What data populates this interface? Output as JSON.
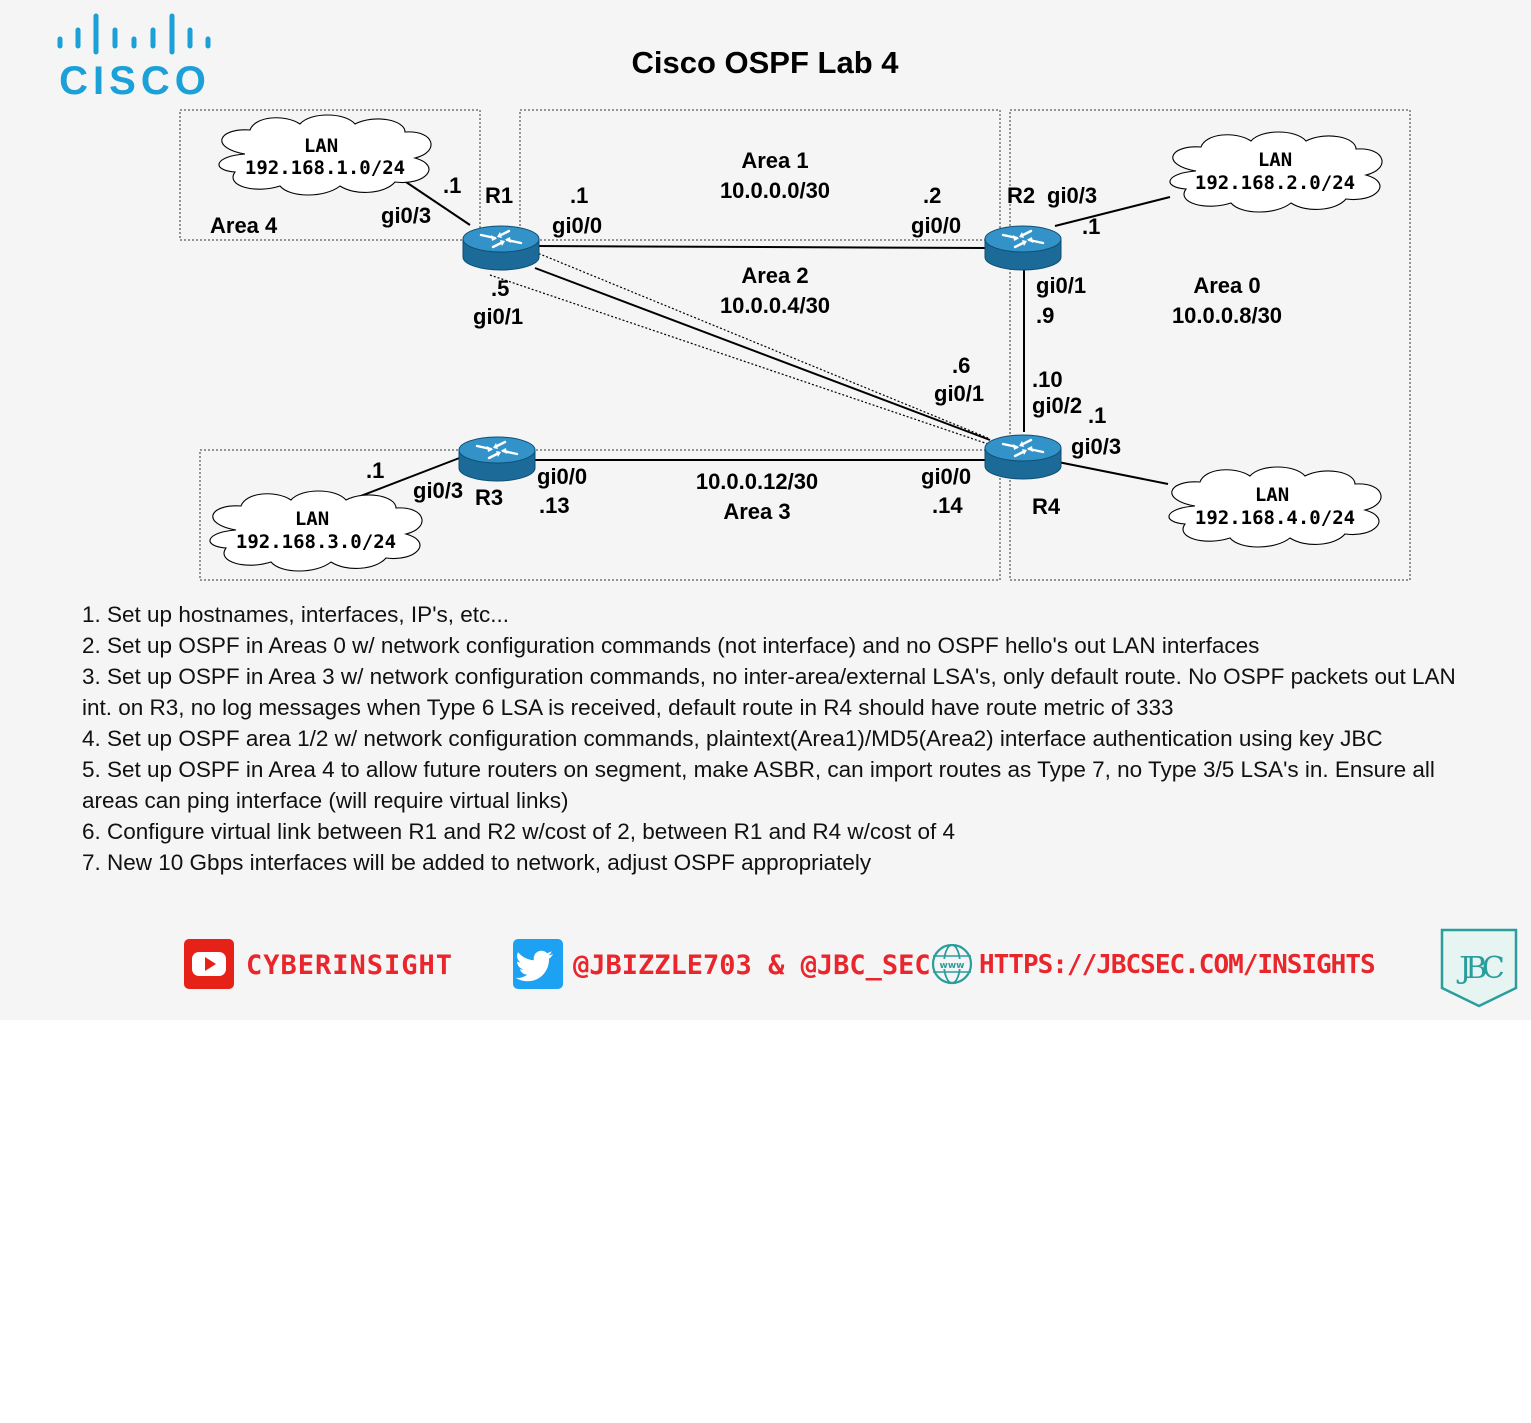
{
  "title": "Cisco OSPF Lab 4",
  "logo": {
    "text": "CISCO",
    "color": "#1ba0d7"
  },
  "areas": {
    "area4": {
      "name": "Area 4"
    },
    "area1": {
      "name": "Area 1",
      "subnet": "10.0.0.0/30"
    },
    "area2": {
      "name": "Area 2",
      "subnet": "10.0.0.4/30"
    },
    "area0": {
      "name": "Area 0",
      "subnet": "10.0.0.8/30"
    },
    "area3": {
      "name": "Area 3",
      "subnet": "10.0.0.12/30"
    }
  },
  "routers": {
    "r1": {
      "name": "R1"
    },
    "r2": {
      "name": "R2"
    },
    "r3": {
      "name": "R3"
    },
    "r4": {
      "name": "R4"
    }
  },
  "lans": [
    {
      "label": "LAN",
      "subnet": "192.168.1.0/24"
    },
    {
      "label": "LAN",
      "subnet": "192.168.2.0/24"
    },
    {
      "label": "LAN",
      "subnet": "192.168.3.0/24"
    },
    {
      "label": "LAN",
      "subnet": "192.168.4.0/24"
    }
  ],
  "interfaces": {
    "r1_lan_ip": ".1",
    "r1_lan_if": "gi0/3",
    "r1_a1_ip": ".1",
    "r1_a1_if": "gi0/0",
    "r1_a2_ip": ".5",
    "r1_a2_if": "gi0/1",
    "r2_a1_ip": ".2",
    "r2_a1_if": "gi0/0",
    "r2_lan_if": "gi0/3",
    "r2_lan_ip": ".1",
    "r2_a0_if": "gi0/1",
    "r2_a0_ip": ".9",
    "r4_a2_ip": ".6",
    "r4_a2_if": "gi0/1",
    "r4_a0_ip": ".10",
    "r4_a0_if": "gi0/2",
    "r4_lan_ip": ".1",
    "r4_lan_if": "gi0/3",
    "r3_lan_ip": ".1",
    "r3_lan_if": "gi0/3",
    "r3_a3_if": "gi0/0",
    "r3_a3_ip": ".13",
    "r4_a3_if": "gi0/0",
    "r4_a3_ip": ".14"
  },
  "instructions": [
    "1. Set up hostnames, interfaces, IP's, etc...",
    "2. Set up OSPF in Areas 0 w/ network configuration commands (not interface) and no OSPF hello's out LAN interfaces",
    "3. Set up OSPF in Area 3 w/ network configuration commands, no inter-area/external LSA's, only default route. No OSPF packets out LAN int. on R3, no log messages when Type 6 LSA is received, default route in R4 should have route metric of 333",
    "4. Set up OSPF area 1/2 w/ network configuration commands, plaintext(Area1)/MD5(Area2) interface authentication using key JBC",
    "5. Set up OSPF in Area 4 to allow future routers on segment, make ASBR, can import routes as Type 7, no Type 3/5 LSA's in. Ensure all areas can ping interface (will require virtual links)",
    "6. Configure virtual link between R1 and R2 w/cost of 2, between R1 and R4 w/cost of 4",
    "7. New 10 Gbps interfaces will be added to network, adjust OSPF appropriately"
  ],
  "footer": {
    "youtube": "CYBERINSIGHT",
    "twitter": "@JBIZZLE703 & @JBC_SEC",
    "web_icon_text": "www",
    "website": "HTTPS://JBCSEC.COM/INSIGHTS",
    "brand": "JBC"
  },
  "colors": {
    "router": "#1d6f9f",
    "router_top": "#2f8fc4",
    "accent_red": "#e8262c",
    "youtube_red": "#e62117",
    "twitter_blue": "#1da1f2",
    "teal": "#2a9d9d"
  }
}
